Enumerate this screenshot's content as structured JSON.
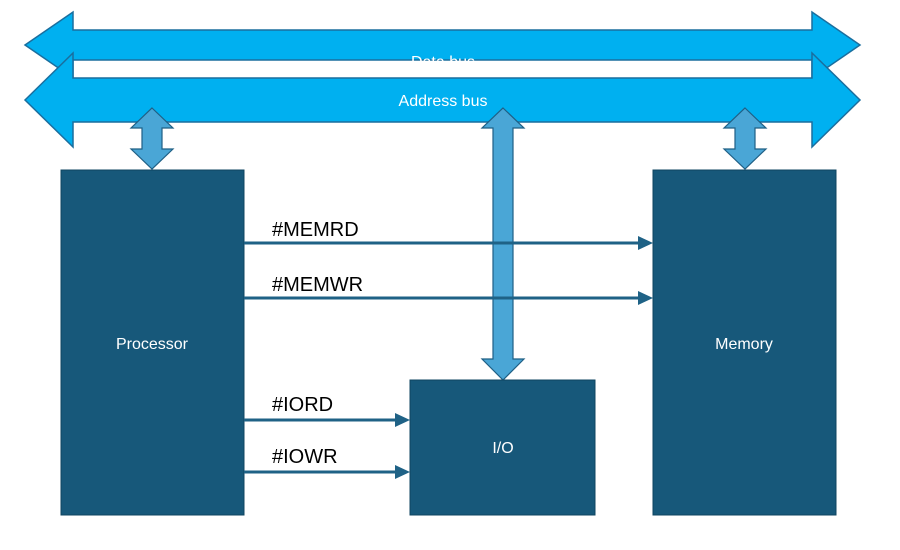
{
  "buses": {
    "data_bus": "Data bus",
    "address_bus": "Address bus"
  },
  "blocks": {
    "processor": "Processor",
    "memory": "Memory",
    "io": "I/O"
  },
  "signals": {
    "memrd": "#MEMRD",
    "memwr": "#MEMWR",
    "iord": "#IORD",
    "iowr": "#IOWR"
  },
  "colors": {
    "bus_fill": "#00b0f0",
    "block_fill": "#17587a",
    "link_arrow_fill": "#4aa6d6",
    "signal_line": "#1f6286"
  }
}
